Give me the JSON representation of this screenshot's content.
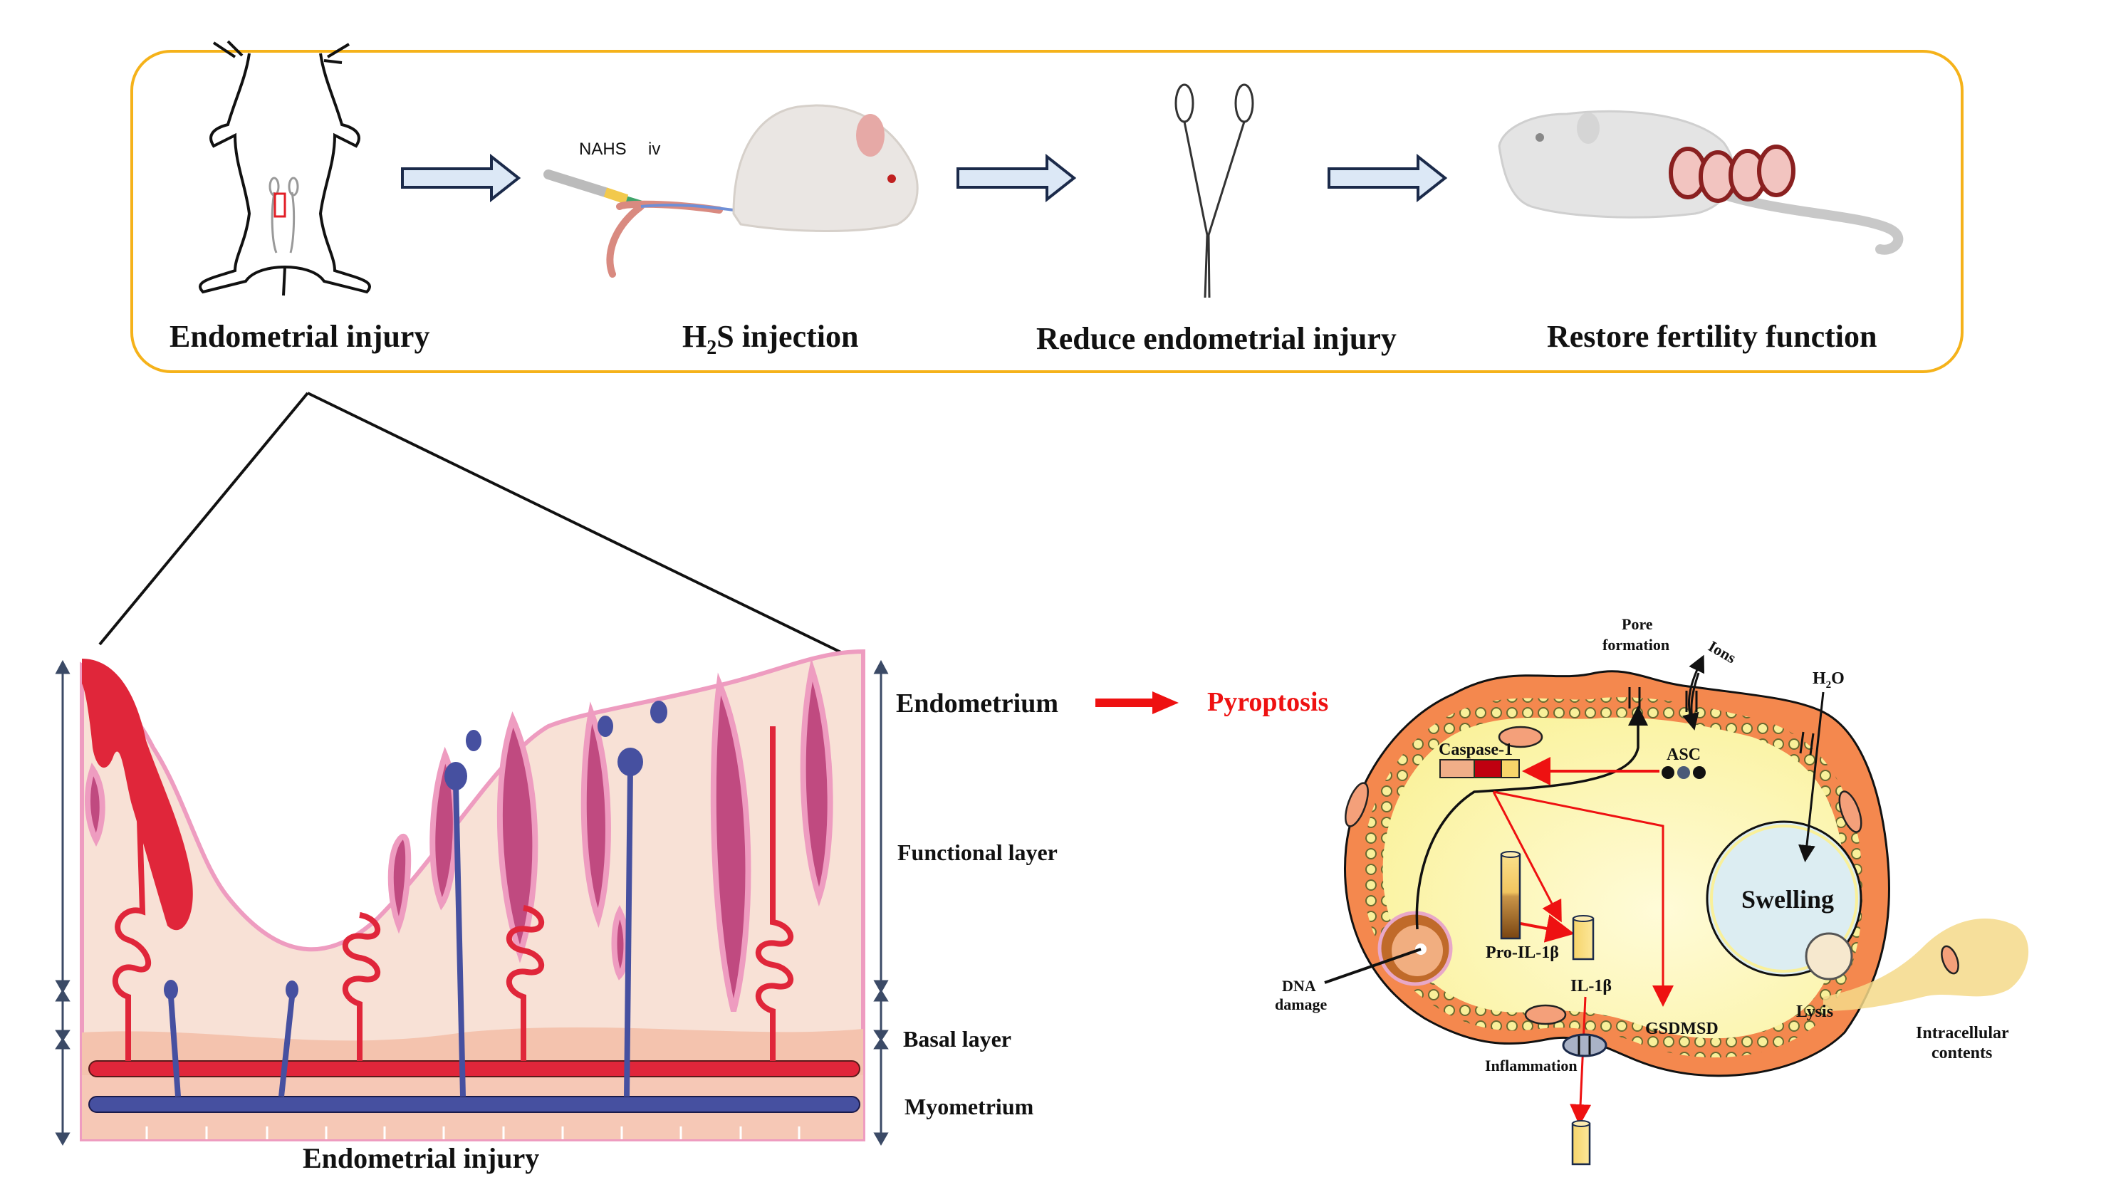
{
  "top_panel": {
    "steps": [
      {
        "label": "Endometrial injury"
      },
      {
        "label_prefix": "H",
        "label_sub": "2",
        "label_suffix": "S injection",
        "annotation_drug": "NAHS",
        "annotation_route": "iv"
      },
      {
        "label": "Reduce endometrial injury"
      },
      {
        "label": "Restore fertility function"
      }
    ],
    "border_color": "#F5B21A",
    "arrow_fill": "#DCE8F6",
    "arrow_stroke": "#1B2A4A"
  },
  "endometrium_panel": {
    "caption": "Endometrial injury",
    "layer_labels": {
      "endometrium": "Endometrium",
      "functional": "Functional layer",
      "basal": "Basal layer",
      "myometrium": "Myometrium"
    },
    "colors": {
      "tissue": "#F8E1D6",
      "basal": "#F4C3AE",
      "artery": "#E0263A",
      "vein": "#4650A0",
      "gland": "#C04A80",
      "epithelium": "#EE9CC0",
      "scale_arrow": "#3B4A66"
    }
  },
  "link": {
    "from": "Endometrium",
    "to": "Pyroptosis",
    "arrow_color": "#EE1111",
    "to_color": "#EE1111"
  },
  "cell_panel": {
    "labels": {
      "pore_formation_line1": "Pore",
      "pore_formation_line2": "formation",
      "ions": "Ions",
      "h2o_prefix": "H",
      "h2o_sub": "2",
      "h2o_suffix": "O",
      "caspase": "Caspase-1",
      "asc": "ASC",
      "swelling": "Swelling",
      "dna_line1": "DNA",
      "dna_line2": "damage",
      "pro_il": "Pro-IL-1β",
      "il": "IL-1β",
      "gsdmsd": "GSDMSD",
      "lysis": "Lysis",
      "inflammation": "Inflammation",
      "intracellular_line1": "Intracellular",
      "intracellular_line2": "contents"
    },
    "colors": {
      "outer_membrane": "#F4884E",
      "cytoplasm": "#FBF4A6",
      "vacuole": "#DCEDF2",
      "pathway_arrow": "#EE1111",
      "caspase_segments": [
        "#F0AE88",
        "#C00010",
        "#F8D56A"
      ],
      "asc_dots": [
        "#111111",
        "#4A5A78",
        "#111111"
      ]
    }
  }
}
